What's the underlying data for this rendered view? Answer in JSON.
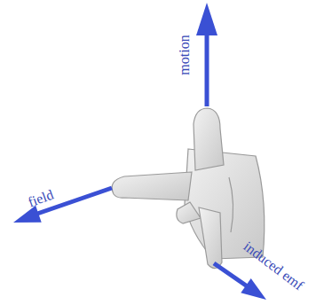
{
  "diagram": {
    "labels": [
      "motion",
      "field",
      "induced emf"
    ]
  }
}
